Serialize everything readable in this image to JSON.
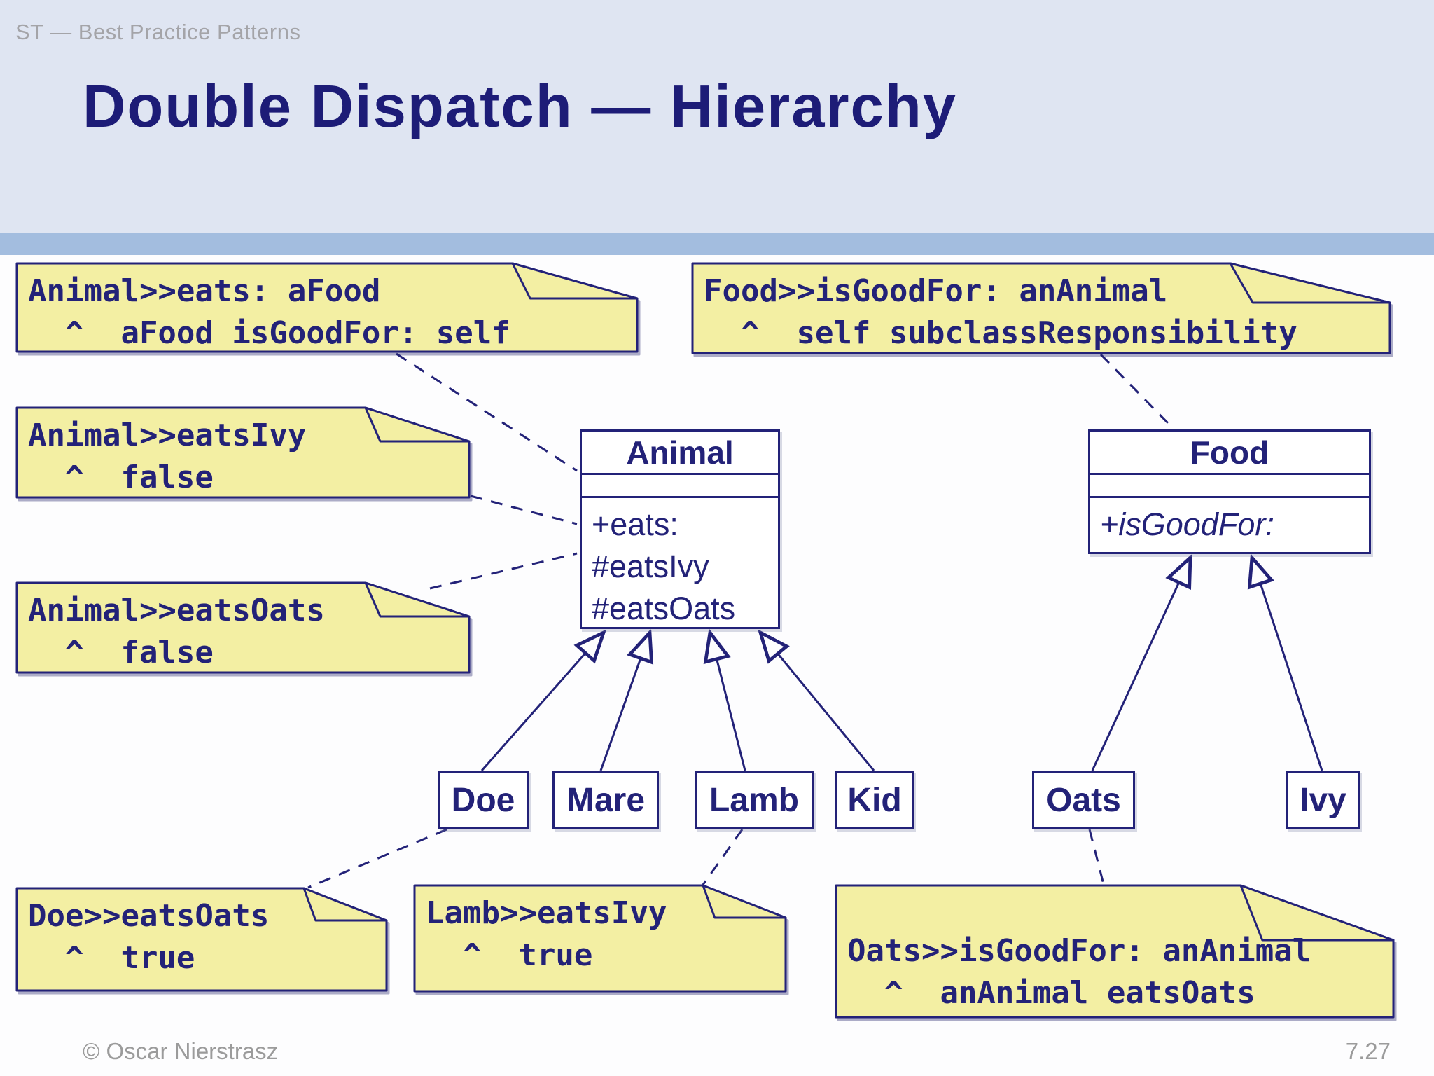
{
  "header": {
    "eyebrow": "ST — Best Practice Patterns",
    "title": "Double Dispatch — Hierarchy"
  },
  "footer": {
    "copyright": "© Oscar Nierstrasz",
    "page_number": "7.27"
  },
  "colors": {
    "navy": "#232278",
    "note_fill": "#f3efa3",
    "header_bg": "#dfe5f2",
    "accent_bar": "#a3bddf",
    "page_bg": "#fdfdfe",
    "footer_gray": "#9b9b9b"
  },
  "notes": {
    "animal_eats": {
      "lines": [
        "Animal>>eats: aFood",
        "  ^  aFood isGoodFor: self"
      ]
    },
    "food_isgoodfor": {
      "lines": [
        "Food>>isGoodFor: anAnimal",
        "  ^  self subclassResponsibility"
      ]
    },
    "animal_eatsivy": {
      "lines": [
        "Animal>>eatsIvy",
        "  ^  false"
      ]
    },
    "animal_eatsoats": {
      "lines": [
        "Animal>>eatsOats",
        "  ^  false"
      ]
    },
    "doe_eatsoats": {
      "lines": [
        "Doe>>eatsOats",
        "  ^  true"
      ]
    },
    "lamb_eatsivy": {
      "lines": [
        "Lamb>>eatsIvy",
        "  ^  true"
      ]
    },
    "oats_isgoodfor": {
      "lines": [
        "Oats>>isGoodFor: anAnimal",
        "  ^  anAnimal eatsOats"
      ]
    }
  },
  "classes": {
    "animal": {
      "name": "Animal",
      "methods": [
        "+eats:",
        "#eatsIvy",
        "#eatsOats"
      ]
    },
    "food": {
      "name": "Food",
      "methods": [
        "+isGoodFor:"
      ]
    },
    "subclasses_animal": [
      "Doe",
      "Mare",
      "Lamb",
      "Kid"
    ],
    "subclasses_food": [
      "Oats",
      "Ivy"
    ]
  }
}
